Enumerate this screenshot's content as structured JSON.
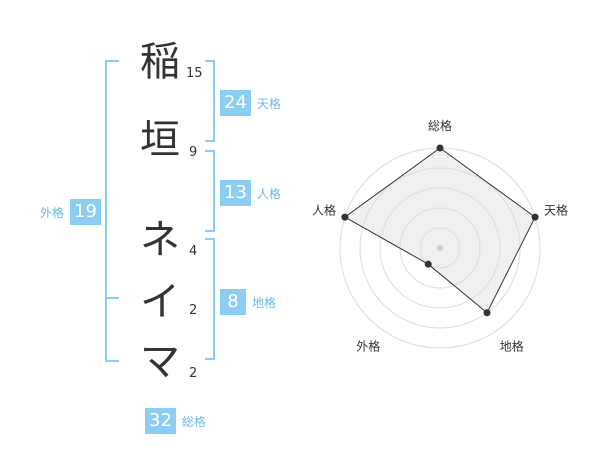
{
  "name": {
    "characters": [
      {
        "char": "稲",
        "strokes": "15"
      },
      {
        "char": "垣",
        "strokes": "9"
      },
      {
        "char": "ネ",
        "strokes": "4"
      },
      {
        "char": "イ",
        "strokes": "2"
      },
      {
        "char": "マ",
        "strokes": "2"
      }
    ]
  },
  "fortune": {
    "tenkaku": {
      "value": "24",
      "label": "天格"
    },
    "jinkaku": {
      "value": "13",
      "label": "人格"
    },
    "chikaku": {
      "value": "8",
      "label": "地格"
    },
    "gaikaku": {
      "value": "19",
      "label": "外格"
    },
    "soukaku": {
      "value": "32",
      "label": "総格"
    }
  },
  "colors": {
    "accent": "#8ccdf2",
    "accent_text": "#6bbbe6",
    "radar_fill": "#f0f0f0"
  },
  "chart_data": {
    "type": "radar",
    "axes": [
      "総格",
      "天格",
      "地格",
      "外格",
      "人格"
    ],
    "levels": 5,
    "max": 5,
    "values": [
      5,
      5,
      4,
      1,
      5
    ]
  }
}
